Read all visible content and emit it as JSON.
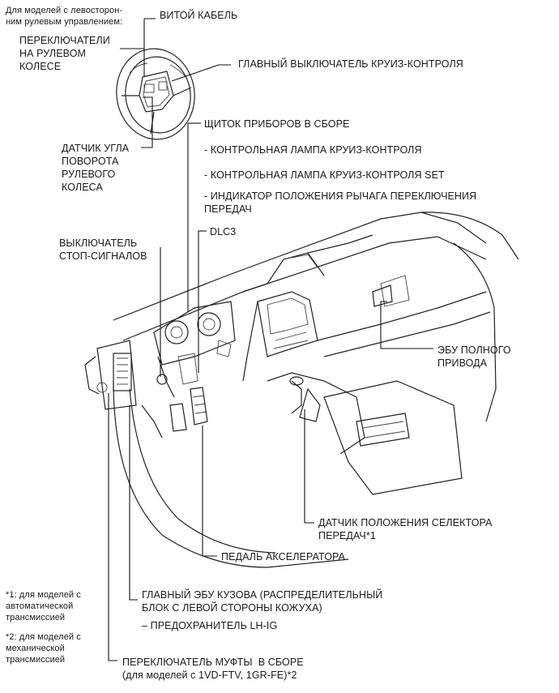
{
  "labels": {
    "lhd_note": "Для моделей с левосторон-\nним рулевым управлением:",
    "spiral_cable": "ВИТОЙ КАБЕЛЬ",
    "steering_pad_switches": "ПЕРЕКЛЮЧАТЕЛИ\nНА РУЛЕВОМ\nКОЛЕСЕ",
    "cruise_main_switch": "ГЛАВНЫЙ ВЫКЛЮЧАТЕЛЬ КРУИЗ-КОНТРОЛЯ",
    "steering_angle_sensor": "ДАТЧИК УГЛА\nПОВОРОТА\nРУЛЕВОГО\nКОЛЕСА",
    "combination_meter": "ЩИТОК ПРИБОРОВ В СБОРЕ",
    "cruise_indicator": "- КОНТРОЛЬНАЯ ЛАМПА КРУИЗ-КОНТРОЛЯ",
    "cruise_set_indicator": "- КОНТРОЛЬНАЯ ЛАМПА КРУИЗ-КОНТРОЛЯ SET",
    "shift_position_indicator": "- ИНДИКАТОР ПОЛОЖЕНИЯ РЫЧАГА ПЕРЕКЛЮЧЕНИЯ\nПЕРЕДАЧ",
    "stop_light_switch": "ВЫКЛЮЧАТЕЛЬ\nСТОП-СИГНАЛОВ",
    "dlc3": "DLC3",
    "fourwd_ecu": "ЭБУ ПОЛНОГО\nПРИВОДА",
    "shift_position_sensor": "ДАТЧИК ПОЛОЖЕНИЯ СЕЛЕКТОРА\nПЕРЕДАЧ*1",
    "accelerator_pedal": "ПЕДАЛЬ АКСЕЛЕРАТОРА",
    "main_body_ecu": "ГЛАВНЫЙ ЭБУ КУЗОВА (РАСПРЕДЕЛИТЕЛЬНЫЙ\nБЛОК С ЛЕВОЙ СТОРОНЫ КОЖУХА)",
    "fuse_lh_ig": "– ПРЕДОХРАНИТЕЛЬ LH-IG",
    "note1": "*1: для моделей с\nавтоматической\nтрансмиссией",
    "note2": "*2: для моделей с\nмеханической\nтрансмиссией",
    "clutch_switch": "ПЕРЕКЛЮЧАТЕЛЬ МУФТЫ  В СБОРЕ\n(для моделей с 1VD-FTV, 1GR-FE)*2"
  }
}
